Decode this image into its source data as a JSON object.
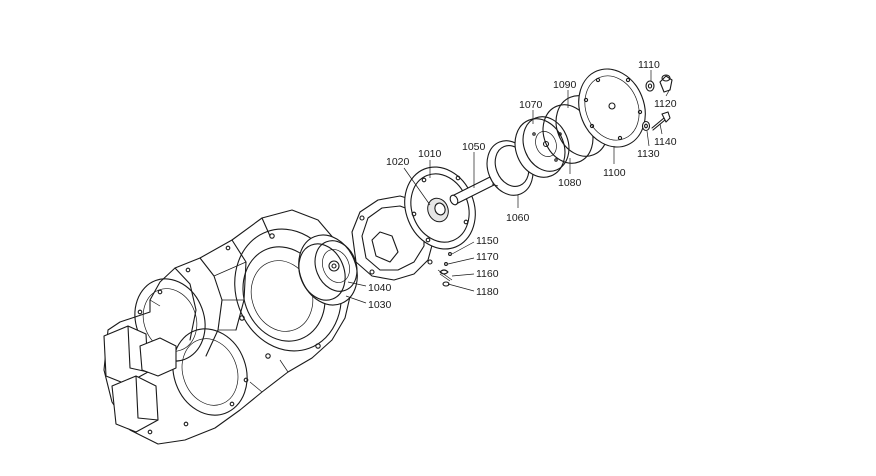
{
  "callouts": {
    "c1010": "1010",
    "c1020": "1020",
    "c1030": "1030",
    "c1040": "1040",
    "c1050": "1050",
    "c1060": "1060",
    "c1070": "1070",
    "c1080": "1080",
    "c1090": "1090",
    "c1100": "1100",
    "c1110": "1110",
    "c1120": "1120",
    "c1130": "1130",
    "c1140": "1140",
    "c1150": "1150",
    "c1160": "1160",
    "c1170": "1170",
    "c1180": "1180"
  }
}
